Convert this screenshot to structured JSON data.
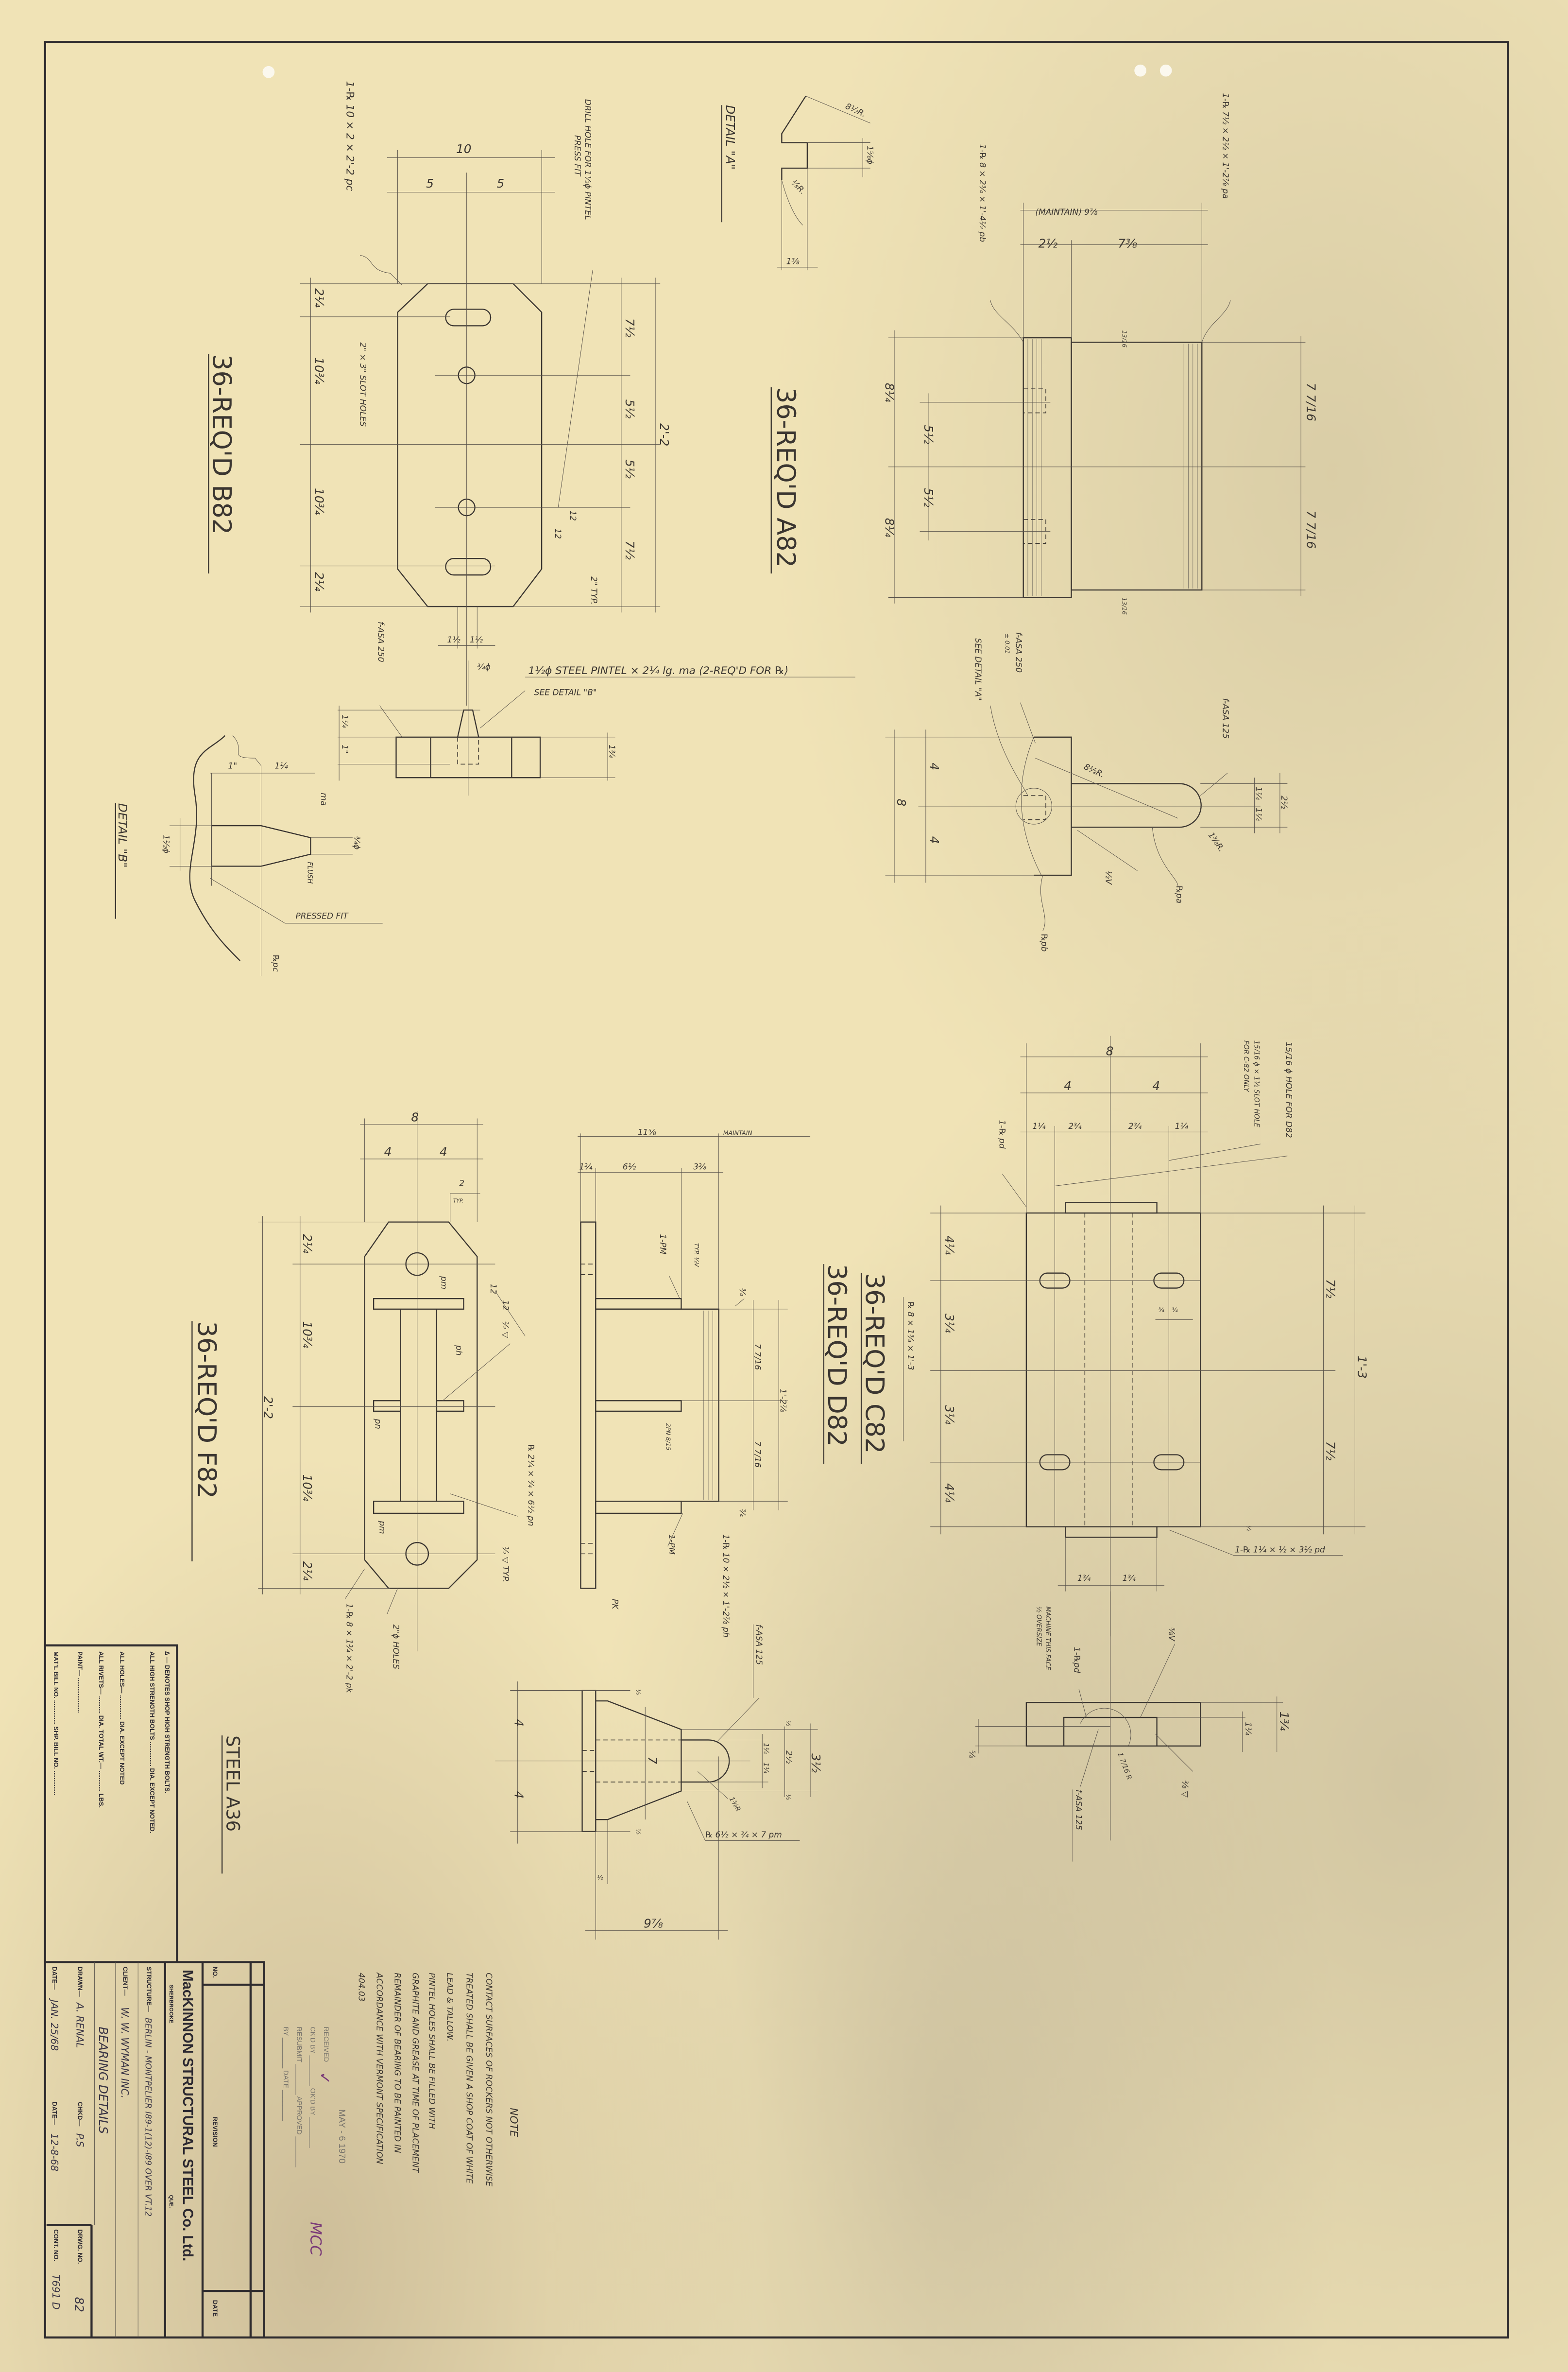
{
  "title_block": {
    "legend_delta": "∆ — DENOTES SHOP HIGH STRENGTH BOLTS.",
    "legend_hsb": "ALL HIGH STRENGTH BOLTS .............. DIA. EXCEPT NOTED.",
    "legend_holes": "ALL HOLES— .............. DIA. EXCEPT NOTED",
    "legend_rivets": "ALL RIVETS— .......... DIA.     TOTAL WT.— ............ LBS.",
    "legend_paint": "PAINT— ....................",
    "legend_bills": "MAT'L BILL NO. .............. SHP. BILL NO. ..............",
    "rev_no_label": "NO.",
    "rev_label": "REVISION",
    "rev_date_label": "DATE",
    "firm": "MacKINNON STRUCTURAL STEEL Co. Ltd.",
    "city": "SHERBROOKE",
    "province": "QUE.",
    "structure_label": "STRUCTURE—",
    "structure": "BERLIN - MONTPELIER I89-1(12)-I89 OVER VT.12",
    "client_label": "CLIENT—",
    "client": "W. W. WYMAN INC.",
    "drawing_title": "BEARING DETAILS",
    "drawn_label": "DRAWN—",
    "drawn": "A. RENAL",
    "chkd_label": "CHKD—",
    "chkd": "P.S",
    "date_label": "DATE—",
    "date": "JAN. 25/68",
    "date2_label": "DATE—",
    "date2": "12-8-68",
    "drwg_no_label": "DRWG. NO.",
    "drwg_no": "82",
    "cont_no_label": "CONT. NO.",
    "cont_no": "T691 D"
  },
  "material": "STEEL A36",
  "note": {
    "heading": "NOTE",
    "lines": [
      "CONTACT SURFACES OF ROCKERS NOT OTHERWISE",
      "TREATED SHALL BE GIVEN A SHOP COAT OF WHITE",
      "LEAD & TALLOW.",
      "   PINTEL HOLES SHALL BE FILLED WITH",
      "GRAPHITE AND GREASE AT TIME OF PLACEMENT",
      "REMAINDER OF BEARING TO BE PAINTED IN",
      "ACCORDANCE WITH VERMONT SPECIFICATION",
      "404.03"
    ]
  },
  "stamp": {
    "received": "RECEIVED",
    "date": "MAY - 6 1970",
    "ckd_by": "CK'D BY ________ OK'D BY ________",
    "resubmit": "RESUBMIT ________ APPROVED ________",
    "by": "BY ________ DATE ________",
    "ok_initials": "MCC",
    "check_mark": "✓"
  },
  "b82": {
    "title": "36-REQ'D B82",
    "part": "1-℞ 10 × 2 × 2'-2 pc",
    "drill_note": "DRILL HOLE FOR 1½ϕ PINTEL",
    "press_fit": "PRESS FIT",
    "slot_note": "2\" × 3\" SLOT HOLES",
    "finish": "f-ASA 250",
    "pintel_note": "1½ϕ STEEL PINTEL × 2¼ lg. ma ⟨2-REQ'D FOR ℞⟩",
    "see_detail": "SEE DETAIL \"B\"",
    "dims": [
      "10",
      "5",
      "5",
      "2¼",
      "10¾",
      "10¾",
      "2¼",
      "7½",
      "5½",
      "5½",
      "7½",
      "2'-2",
      "2\" TYP.",
      "12",
      "12",
      "1½",
      "1½",
      "¾ϕ",
      "1¼",
      "1\"",
      "1¾"
    ]
  },
  "detail_b": {
    "title": "DETAIL \"B\"",
    "dims": [
      "1\"",
      "1¼",
      "¾ϕ",
      "1½ϕ"
    ],
    "ma": "ma",
    "flush": "FLUSH",
    "pressed_fit": "PRESSED FIT",
    "pc": "℞pc"
  },
  "detail_a": {
    "title": "DETAIL \"A\"",
    "dims": [
      "8½R.",
      "1⅝ϕ",
      "⅛R.",
      "1⅜"
    ]
  },
  "a82": {
    "title": "36-REQ'D A82",
    "part_pb": "1-℞ 8 × 2¾ × 1'-4½ pb",
    "part_pa": "1-℞ 7½ × 2½ × 1'-2⅞ pa",
    "maintain": "⟨MAINTAIN⟩ 9⅞",
    "dims": [
      "2½",
      "7⅜",
      "13/16",
      "8¼",
      "8¼",
      "5½",
      "5½",
      "7 7/16",
      "7 7/16",
      "13/16"
    ],
    "finish_250": "f-ASA 250",
    "tolerance": "± 0.01",
    "see_detail": "SEE DETAIL \"A\"",
    "finish_125": "f-ASA 125",
    "section_dims": [
      "4",
      "4",
      "8",
      "8½R.",
      "2½",
      "1¼",
      "1¼",
      "1⅜R.",
      "½V"
    ],
    "pa": "℞pa",
    "pb": "℞pb"
  },
  "f82": {
    "title": "36-REQ'D F82",
    "dims": [
      "8",
      "4",
      "4",
      "2",
      "TYP.",
      "2¼",
      "10¾",
      "10¾",
      "2¼",
      "2'-2",
      "12",
      "12"
    ],
    "pm_top": "pm",
    "ph": "ph",
    "pn": "pn",
    "pm_bottom": "pm",
    "part_pn": "℞ 2¼ × ¾ × 6½ pn",
    "part_pk": "1-℞ 8 × 1¾ × 2'-2 pk",
    "holes": "2\"ϕ HOLES",
    "weld_typ": "½ ▽ TYP.",
    "weld": "½ ▽",
    "elev_dims": [
      "11⅝",
      "MAINTAIN",
      "1¾",
      "6½",
      "3⅜",
      "¾",
      "7 7/16",
      "7 7/16",
      "1'-2⅞",
      "¾"
    ],
    "elev_pm": "1-PM",
    "elev_typ": "TYP. ½V",
    "elev_pn": "2PN 8/15",
    "elev_pm2": "1-PM",
    "elev_pk": "PK",
    "part_ph": "1-℞ 10 × 2½ × 1'-2⅞ ph"
  },
  "cd82": {
    "title_c": "36-REQ'D C82",
    "title_d": "36-REQ'D D82",
    "part": "℞ 8 × 1¾ × 1'-3",
    "pd": "1-℞ pd",
    "hole_d82": "15/16 ϕ HOLE FOR D82",
    "slot_c82": "15/16 ϕ × 1½ SLOT HOLE",
    "slot_c82_2": "FOR C-82 ONLY",
    "dims": [
      "8",
      "4",
      "4",
      "1¼",
      "2¾",
      "2¾",
      "1¼",
      "4¼",
      "3¼",
      "3¼",
      "4¼",
      "7½",
      "7½",
      "1'-3",
      "¾",
      "¾",
      "½",
      "1¾",
      "1¾"
    ],
    "pd_part": "1-℞ 1¼ × ½ × 3½ pd"
  },
  "elev_d": {
    "machine_note": "MACHINE THIS FACE",
    "machine_note2": "½ OVERSIZE",
    "pd": "1-℞pd",
    "weld": "⅜V",
    "dims": [
      "1¾",
      "1¼",
      "⅝"
    ],
    "radius": "1 7/16 R",
    "finish": "f-ASA 125",
    "weld2": "⅜ ▽"
  },
  "rocker": {
    "dims": [
      "4",
      "4",
      "7",
      "½",
      "½",
      "½",
      "9⅞",
      "3½",
      "2½",
      "1¼",
      "1¼",
      "½",
      "½"
    ],
    "finish": "f-ASA 125",
    "radius": "1⅜R",
    "part": "℞ 6½ × ¾ × 7 pm"
  }
}
